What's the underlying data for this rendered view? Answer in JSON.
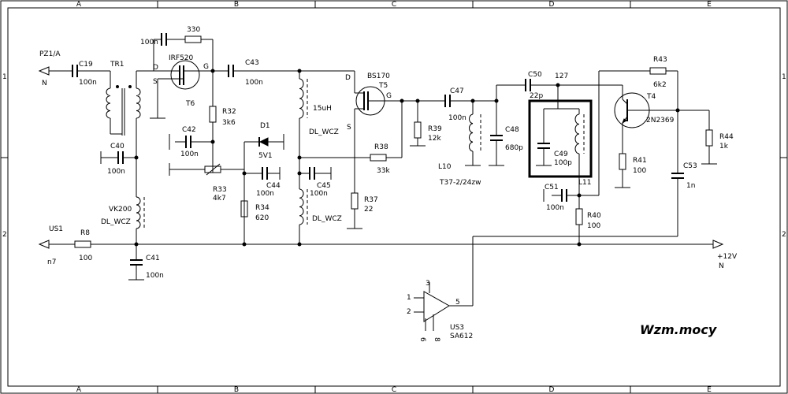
{
  "title": "Wzm.mocy",
  "frame": {
    "columns": [
      "A",
      "B",
      "C",
      "D",
      "E"
    ],
    "rows": [
      "1",
      "2"
    ]
  },
  "ports": {
    "pz1": {
      "name": "PZ1/A",
      "pin": "N"
    },
    "us1": {
      "name": "US1",
      "pin": "n7"
    },
    "v12": {
      "name": "+12V",
      "pin": "N"
    }
  },
  "components": {
    "c19": {
      "ref": "C19",
      "value": "100n"
    },
    "tr1": {
      "ref": "TR1"
    },
    "c40": {
      "ref": "C40",
      "value": "100n"
    },
    "vk200": {
      "ref": "VK200",
      "value": "DL_WCZ"
    },
    "r8": {
      "ref": "R8",
      "value": "100"
    },
    "c41": {
      "ref": "C41",
      "value": "100n"
    },
    "c_top": {
      "value": "100n"
    },
    "r330": {
      "value": "330"
    },
    "t6": {
      "ref": "T6",
      "part": "IRF520",
      "pin_d": "D",
      "pin_s": "S",
      "pin_g": "G"
    },
    "r32": {
      "ref": "R32",
      "value": "3k6"
    },
    "c42": {
      "ref": "C42",
      "value": "100n"
    },
    "r33": {
      "ref": "R33",
      "value": "4k7"
    },
    "d1": {
      "ref": "D1",
      "value": "5V1"
    },
    "c44": {
      "ref": "C44",
      "value": "100n"
    },
    "r34": {
      "ref": "R34",
      "value": "620"
    },
    "c43": {
      "ref": "C43",
      "value": "100n"
    },
    "l15": {
      "value": "15uH",
      "type": "DL_WCZ"
    },
    "c45": {
      "ref": "C45",
      "value": "100n"
    },
    "l_dl2": {
      "type": "DL_WCZ"
    },
    "t5": {
      "ref": "T5",
      "part": "BS170",
      "pin_d": "D",
      "pin_s": "S",
      "pin_g": "G"
    },
    "r38": {
      "ref": "R38",
      "value": "33k"
    },
    "r37": {
      "ref": "R37",
      "value": "22"
    },
    "c47": {
      "ref": "C47",
      "value": "100n"
    },
    "r39": {
      "ref": "R39",
      "value": "12k"
    },
    "l10": {
      "ref": "L10",
      "core": "T37-2/24zw"
    },
    "c48": {
      "ref": "C48",
      "value": "680p"
    },
    "c50": {
      "ref": "C50",
      "value": "22p"
    },
    "node127": {
      "label": "127"
    },
    "c49": {
      "ref": "C49",
      "value": "100p"
    },
    "l11": {
      "ref": "L11"
    },
    "c51": {
      "ref": "C51",
      "value": "100n"
    },
    "r40": {
      "ref": "R40",
      "value": "100"
    },
    "r43": {
      "ref": "R43",
      "value": "6k2"
    },
    "t4": {
      "ref": "T4",
      "part": "2N2369"
    },
    "r41": {
      "ref": "R41",
      "value": "100"
    },
    "c53": {
      "ref": "C53",
      "value": "1n"
    },
    "r44": {
      "ref": "R44",
      "value": "1k"
    },
    "us3": {
      "ref": "US3",
      "part": "SA612",
      "pins": [
        "1",
        "2",
        "3",
        "5",
        "6",
        "8"
      ]
    }
  }
}
